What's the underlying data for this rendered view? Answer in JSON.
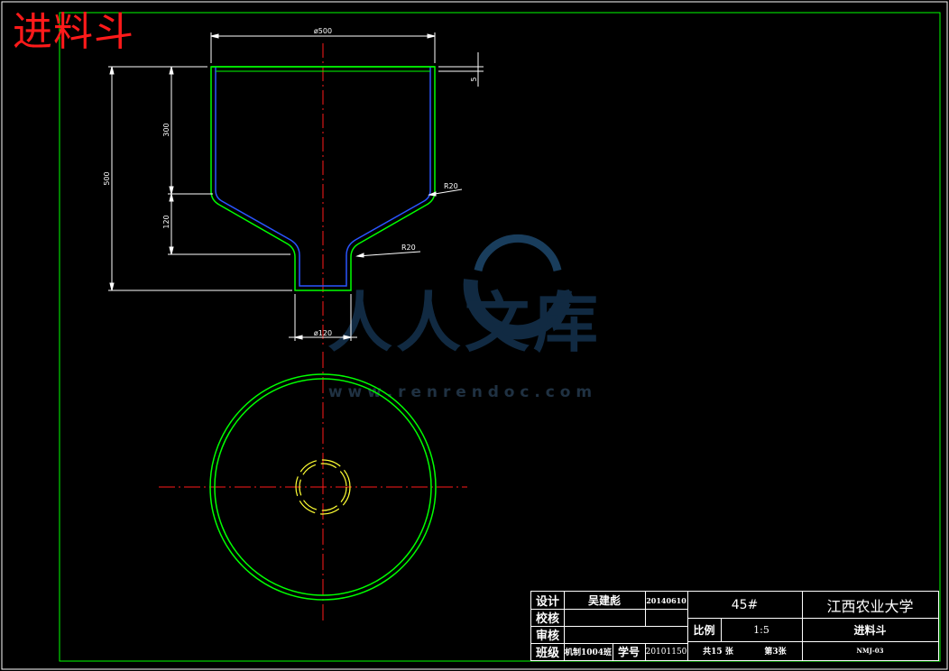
{
  "title": "进料斗",
  "dimensions": {
    "top_width": "ø500",
    "total_height": "500",
    "upper_height": "300",
    "lower_height": "120",
    "thickness": "5",
    "radius_upper": "R20",
    "radius_lower": "R20",
    "outlet_width": "ø120"
  },
  "watermark": {
    "text": "人人文库",
    "url": "w w w . r e n r e n d o c . c o m"
  },
  "title_block": {
    "design_label": "设计",
    "designer": "吴建彪",
    "design_date": "20140610",
    "check_label": "校核",
    "review_label": "审核",
    "class_label": "班级",
    "class_value": "机制1004班",
    "student_id_label": "学号",
    "student_id": "20101150",
    "material": "45#",
    "scale_label": "比例",
    "scale_value": "1:5",
    "sheets_total": "共15 张",
    "sheet_no": "第3张",
    "university": "江西农业大学",
    "part_name": "进料斗",
    "drawing_no": "NMJ-03"
  },
  "colors": {
    "background": "#000000",
    "border": "#00ff00",
    "outline": "#00ff00",
    "hidden": "#3060ff",
    "center": "#ff1a1a",
    "dimension": "#ffffff",
    "dashed_circle": "#ffff33"
  }
}
